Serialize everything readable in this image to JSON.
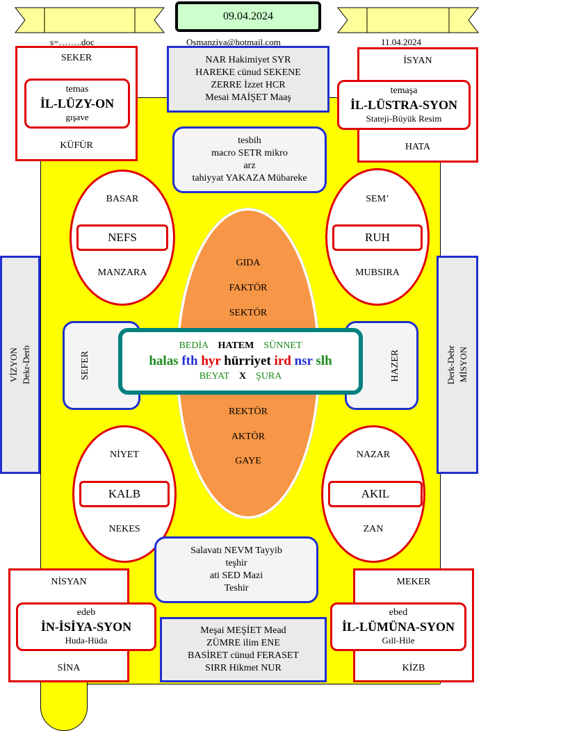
{
  "header": {
    "date_center": "09.04.2024",
    "left_note": "s=……..doc",
    "email": "Osmanziya@hotmail.com",
    "right_date": "11.04.2024"
  },
  "top_left": {
    "top": "SEKER",
    "line1": "temas",
    "title": "İL-LÜZY-ON",
    "line2": "gışave",
    "bottom": "KÜFÜR"
  },
  "top_right": {
    "top": "İSYAN",
    "line1": "temaşa",
    "title": "İL-LÜSTRA-SYON",
    "line2": "Stateji-Büyük Resim",
    "bottom": "HATA"
  },
  "top_center": {
    "lines": [
      "NAR Hakimiyet SYR",
      "HAREKE  cünud  SEKENE",
      "ZERRE İzzet HCR",
      "Mesai MAİŞET Maaş"
    ]
  },
  "mid_top": {
    "lines": [
      "tesbih",
      "macro SETR mikro",
      "arz",
      "tahiyyat YAKAZA Mübareke"
    ]
  },
  "ellipse_tl": {
    "top": "BASAR",
    "center": "NEFS",
    "bottom": "MANZARA"
  },
  "ellipse_tr": {
    "top": "SEM’",
    "center": "RUH",
    "bottom": "MUBSIRA"
  },
  "ellipse_bl": {
    "top": "NİYET",
    "center": "KALB",
    "bottom": "NEKES"
  },
  "ellipse_br": {
    "top": "NAZAR",
    "center": "AKIL",
    "bottom": "ZAN"
  },
  "oval_top": [
    "GIDA",
    "FAKTÖR",
    "SEKTÖR"
  ],
  "oval_bottom": [
    "REKTÖR",
    "AKTÖR",
    "GAYE"
  ],
  "side_left": {
    "line1": "VİZYON",
    "line2": "Dekr-Derb"
  },
  "side_right": {
    "line1": "Derk-Debr",
    "line2": "MİSYON"
  },
  "side_inner_left": "SEFER",
  "side_inner_right": "HAZER",
  "center_box": {
    "row1": [
      "BEDİA",
      "HATEM",
      "SÜNNET"
    ],
    "row2": [
      "halas",
      "fth",
      "hyr",
      "hürriyet",
      "ird",
      "nsr",
      "slh"
    ],
    "row3": [
      "BEYAT",
      "X",
      "ŞURA"
    ],
    "colors": {
      "green": "#1a8a1a",
      "blue": "#1f2fd0",
      "red": "#e00000",
      "black": "#000000"
    }
  },
  "mid_bottom": {
    "lines": [
      "Salavatı NEVM Tayyib",
      "teşhir",
      "ati SED Mazi",
      "Teshir"
    ]
  },
  "bottom_center": {
    "lines": [
      "Meşai MEŞİET Mead",
      "ZÜMRE ilim ENE",
      "BASİRET cünud FERASET",
      "SIRR Hikmet  NUR"
    ]
  },
  "bottom_left": {
    "top": "NİSYAN",
    "line1": "edeb",
    "title": "İN-İSİYA-SYON",
    "line2": "Huda-Hüda",
    "bottom": "SİNA"
  },
  "bottom_right": {
    "top": "MEKER",
    "line1": "ebed",
    "title": "İL-LÜMÜNA-SYON",
    "line2": "Gıll-Hile",
    "bottom": "KİZB"
  },
  "palette": {
    "yellow": "#ffff00",
    "pale_yellow": "#ffff99",
    "orange": "#f79646",
    "teal": "#008080",
    "red": "#e00000",
    "blue": "#1f2fd0"
  }
}
